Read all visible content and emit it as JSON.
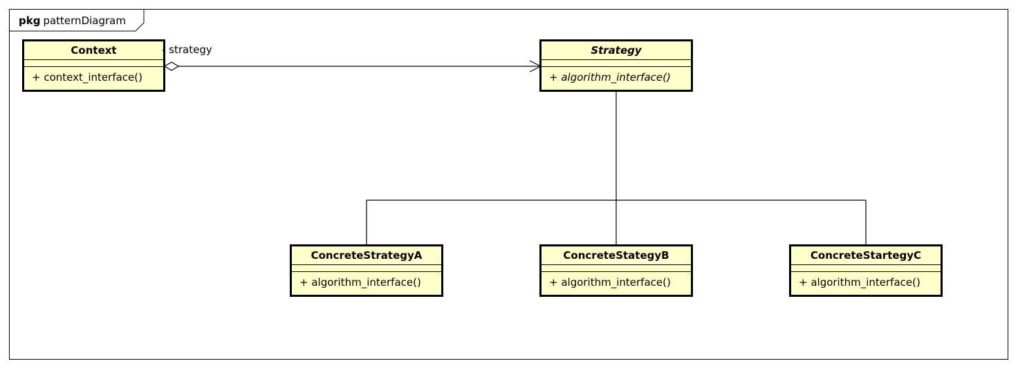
{
  "package": {
    "keyword": "pkg",
    "name": "patternDiagram"
  },
  "classes": {
    "context": {
      "name": "Context",
      "operation": "+ context_interface()"
    },
    "strategy": {
      "name": "Strategy",
      "operation": "+ algorithm_interface()"
    },
    "concrete_a": {
      "name": "ConcreteStrategyA",
      "operation": "+ algorithm_interface()"
    },
    "concrete_b": {
      "name": "ConcreteStategyB",
      "operation": "+ algorithm_interface()"
    },
    "concrete_c": {
      "name": "ConcreteStartegyC",
      "operation": "+ algorithm_interface()"
    }
  },
  "associations": {
    "context_strategy": {
      "role": "- strategy",
      "kind": "aggregation"
    }
  },
  "colors": {
    "class_fill": "#ffffcc",
    "line": "#000000"
  }
}
